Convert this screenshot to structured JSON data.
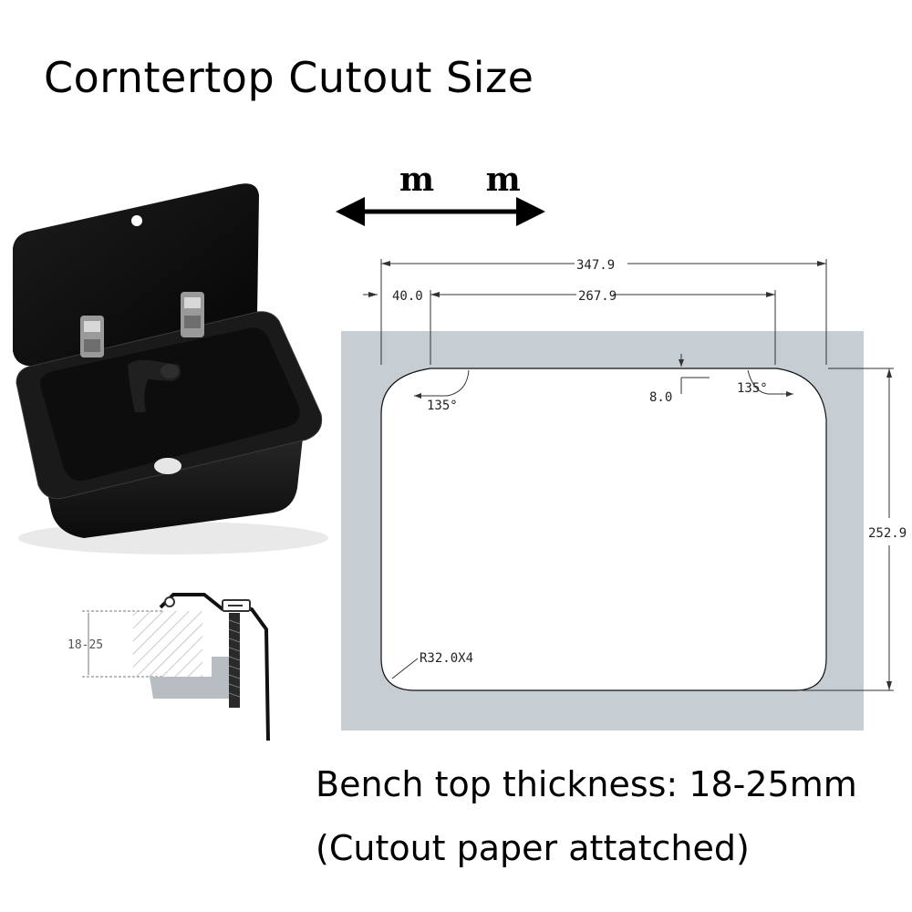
{
  "title": "Corntertop Cutout Size",
  "unit": "m m",
  "dimensions": {
    "overall_width": "347.9",
    "corner_offset": "40.0",
    "inner_width": "267.9",
    "depth": "252.9",
    "notch_depth": "8.0",
    "angle_left": "135°",
    "angle_right": "135°",
    "corner_radius": "R32.0X4"
  },
  "section_detail": {
    "thickness_range": "18-25"
  },
  "footer": {
    "line1": "Bench top thickness: 18-25mm",
    "line2": "(Cutout paper attatched)"
  },
  "colors": {
    "panel": "#c6cdd3",
    "sink": "#141414",
    "dimension_line": "#333333"
  }
}
